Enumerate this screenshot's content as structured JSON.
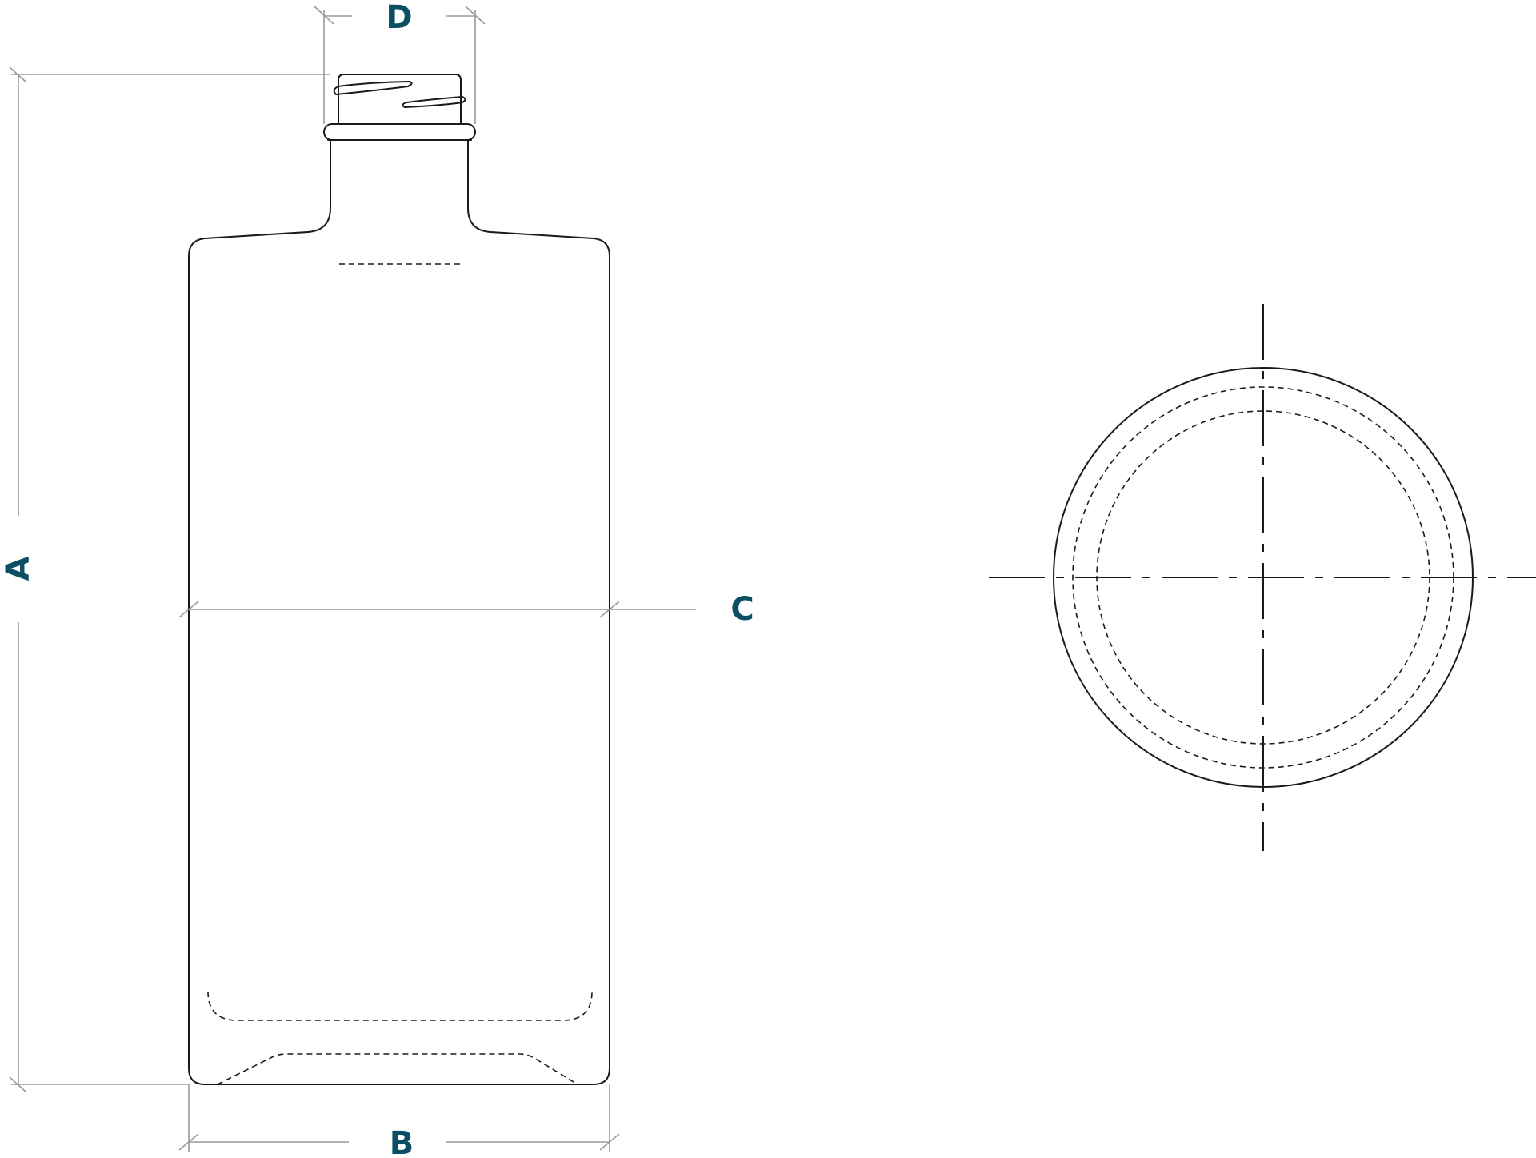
{
  "labels": {
    "height": "A",
    "base_width": "B",
    "body_width": "C",
    "neck_diameter": "D"
  },
  "colors": {
    "label": "#0b4f64",
    "outline": "#1a1a1a",
    "dimension_line": "#9a9a9a"
  }
}
